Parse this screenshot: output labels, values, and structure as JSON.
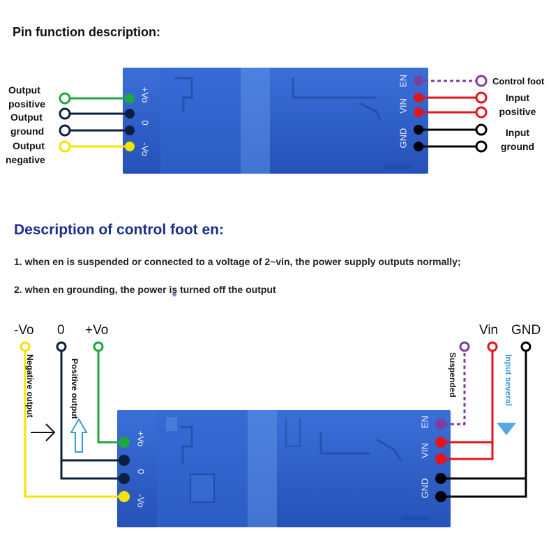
{
  "title": "Pin function description:",
  "control_foot_heading": "Description of control foot en:",
  "descriptions": [
    "1. when en is suspended or connected to a voltage of 2~vin, the power supply outputs normally;",
    "2. when en grounding, the power is turned off the output"
  ],
  "top_diagram": {
    "left_labels": [
      {
        "line1": "Output",
        "line2": "positive",
        "color": "#1fa83a"
      },
      {
        "line1": "Output",
        "line2": "ground",
        "color": "#0d1f3f"
      },
      {
        "line1": "Output",
        "line2": "negative",
        "color": "#f5e300"
      }
    ],
    "right_labels": [
      {
        "text": "Control foot",
        "color": "#7b3fa0"
      },
      {
        "line1": "Input",
        "line2": "positive",
        "color": "#e0161e"
      },
      {
        "line1": "Input",
        "line2": "ground",
        "color": "#000000"
      }
    ]
  },
  "board": {
    "color": "#2a5fcf",
    "left_pins": [
      "+Vo",
      "0",
      "-Vo"
    ],
    "right_pins": [
      "EN",
      "VIN",
      "GND"
    ]
  },
  "bottom_diagram": {
    "terminals_left": [
      "-Vo",
      "0",
      "+Vo"
    ],
    "terminals_right": [
      "Vin",
      "GND"
    ],
    "vertical_labels": {
      "negative": "Negative output",
      "positive": "Positive output",
      "suspended": "Suspended",
      "input": "Input several"
    }
  },
  "colors": {
    "green": "#1fa83a",
    "navy": "#0d1f3f",
    "yellow": "#f5e300",
    "purple": "#7b3fa0",
    "red": "#e0161e",
    "black": "#000000",
    "heading_blue": "#1b2f8c"
  }
}
